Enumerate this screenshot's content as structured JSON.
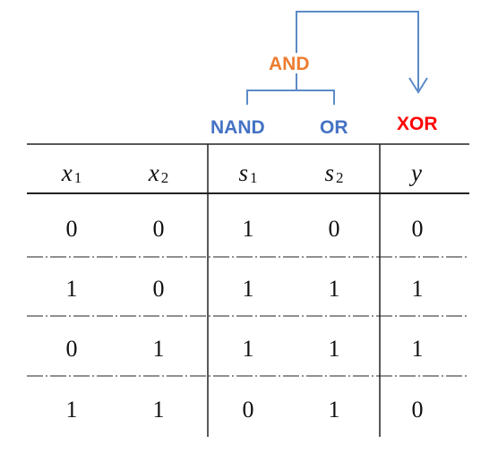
{
  "gates": {
    "and": "AND",
    "nand": "NAND",
    "or": "OR",
    "xor": "XOR"
  },
  "colors": {
    "and": "#ED7D31",
    "nand_or": "#4472C4",
    "xor": "#FF0000",
    "connector": "#5B8BC9"
  },
  "table": {
    "columns": [
      {
        "var": "x",
        "sub": "1"
      },
      {
        "var": "x",
        "sub": "2"
      },
      {
        "var": "s",
        "sub": "1"
      },
      {
        "var": "s",
        "sub": "2"
      },
      {
        "var": "y",
        "sub": ""
      }
    ],
    "rows": [
      [
        "0",
        "0",
        "1",
        "0",
        "0"
      ],
      [
        "1",
        "0",
        "1",
        "1",
        "1"
      ],
      [
        "0",
        "1",
        "1",
        "1",
        "1"
      ],
      [
        "1",
        "1",
        "0",
        "1",
        "0"
      ]
    ]
  }
}
